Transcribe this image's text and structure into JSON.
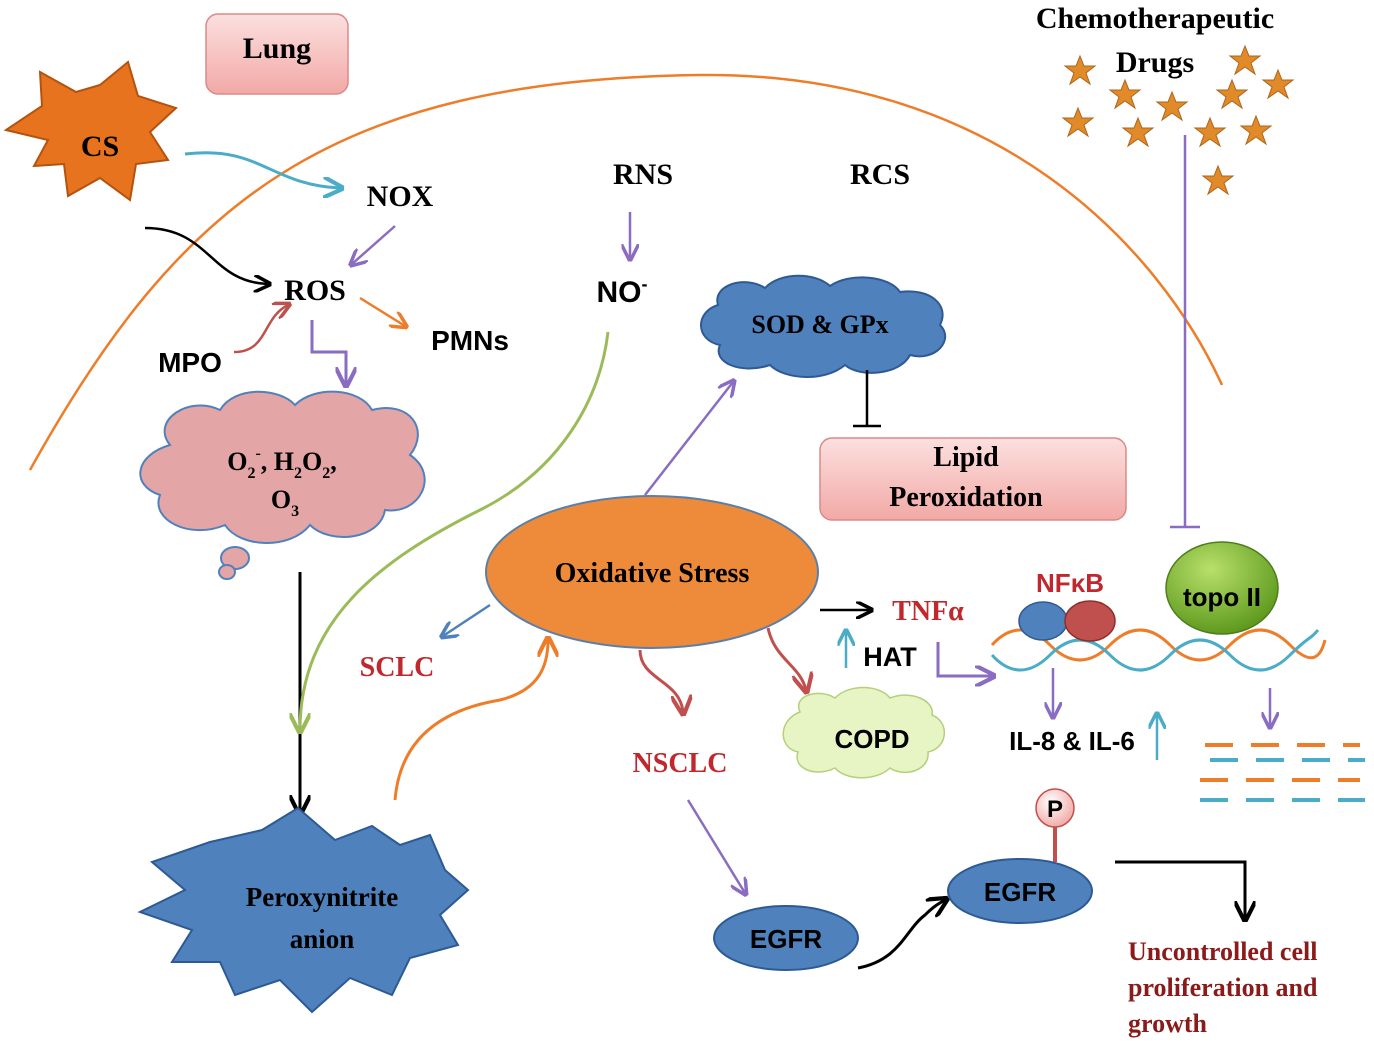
{
  "labels": {
    "lung": "Lung",
    "cs": "CS",
    "nox": "NOX",
    "ros": "ROS",
    "mpo": "MPO",
    "pmns": "PMNs",
    "rns": "RNS",
    "rcs": "RCS",
    "no": "NO",
    "no_sup": "-",
    "sod_gpx": "SOD & GPx",
    "lipid_1": "Lipid",
    "lipid_2": "Peroxidation",
    "chemo_1": "Chemotherapeutic",
    "chemo_2": "Drugs",
    "o2": "O",
    "o2_sub": "2",
    "o2_sup": "-",
    "h2o2_pre": ", H",
    "h2o2_sub1": "2",
    "h2o2_mid": "O",
    "h2o2_sub2": "2",
    "h2o2_post": ",",
    "o3": "O",
    "o3_sub": "3",
    "oxidative_stress": "Oxidative Stress",
    "tnf": "TNFα",
    "hat": "HAT",
    "nfkb": "NFκB",
    "topo": "topo II",
    "sclc": "SCLC",
    "nsclc": "NSCLC",
    "copd": "COPD",
    "il": "IL-8 & IL-6",
    "peroxynitrite_1": "Peroxynitrite",
    "peroxynitrite_2": "anion",
    "egfr_1": "EGFR",
    "egfr_2": "EGFR",
    "p": "P",
    "uncontrolled_1": "Uncontrolled cell",
    "uncontrolled_2": "proliferation and",
    "uncontrolled_3": "growth"
  },
  "colors": {
    "orange": "#ee7d2a",
    "purple": "#8a6cc0",
    "teal": "#4aacc6",
    "green": "#9bbb59",
    "red_text": "#c0282d",
    "dark_red": "#8b1a1a",
    "blue": "#4f81bd",
    "pink": "#e6b8b7",
    "black": "#000000"
  }
}
